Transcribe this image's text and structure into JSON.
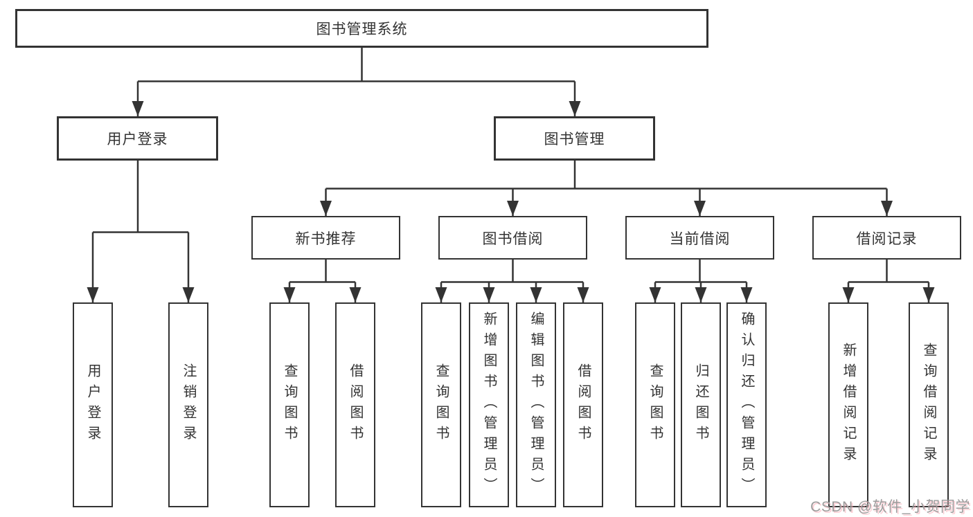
{
  "diagram": {
    "title": "图书管理系统",
    "level2": [
      {
        "label": "用户登录"
      },
      {
        "label": "图书管理"
      }
    ],
    "level3": [
      {
        "label": "新书推荐"
      },
      {
        "label": "图书借阅"
      },
      {
        "label": "当前借阅"
      },
      {
        "label": "借阅记录"
      }
    ],
    "leaves": [
      {
        "label": "用户登录"
      },
      {
        "label": "注销登录"
      },
      {
        "label": "查询图书"
      },
      {
        "label": "借阅图书"
      },
      {
        "label": "查询图书"
      },
      {
        "label": "新增图书（管理员）"
      },
      {
        "label": "编辑图书（管理员）"
      },
      {
        "label": "借阅图书"
      },
      {
        "label": "查询图书"
      },
      {
        "label": "归还图书"
      },
      {
        "label": "确认归还（管理员）"
      },
      {
        "label": "新增借阅记录"
      },
      {
        "label": "查询借阅记录"
      }
    ]
  },
  "watermark": {
    "text": "CSDN @软件_小贺同学"
  },
  "colors": {
    "line": "#333333",
    "text": "#333333",
    "box_fill": "#ffffff",
    "watermark": "#9c9c9c",
    "background": "#ffffff"
  }
}
